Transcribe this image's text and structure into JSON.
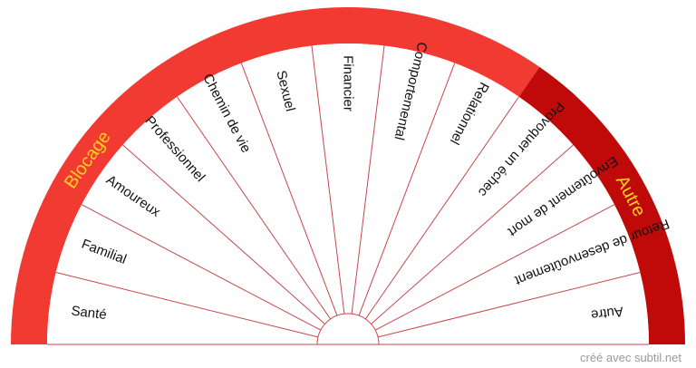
{
  "sectors": [
    "Santé",
    "Familial",
    "Amoureux",
    "Professionnel",
    "Chemin de vie",
    "Sexuel",
    "Financier",
    "Comportemental",
    "Relationnel",
    "Provoquer un échec",
    "Envoûtement de mort",
    "Retour de desenvoûtement",
    "Autre"
  ],
  "bands": [
    {
      "label": "Blocage",
      "sector_count": 9,
      "color": "#f03a32"
    },
    {
      "label": "Autre",
      "sector_count": 4,
      "color": "#c00a0a"
    }
  ],
  "colors": {
    "band_label": "#ffd21f",
    "divider": "#c8464c",
    "sector_text": "#111111",
    "background": "#ffffff"
  },
  "footer": {
    "credit": "créé avec subtil.net"
  }
}
